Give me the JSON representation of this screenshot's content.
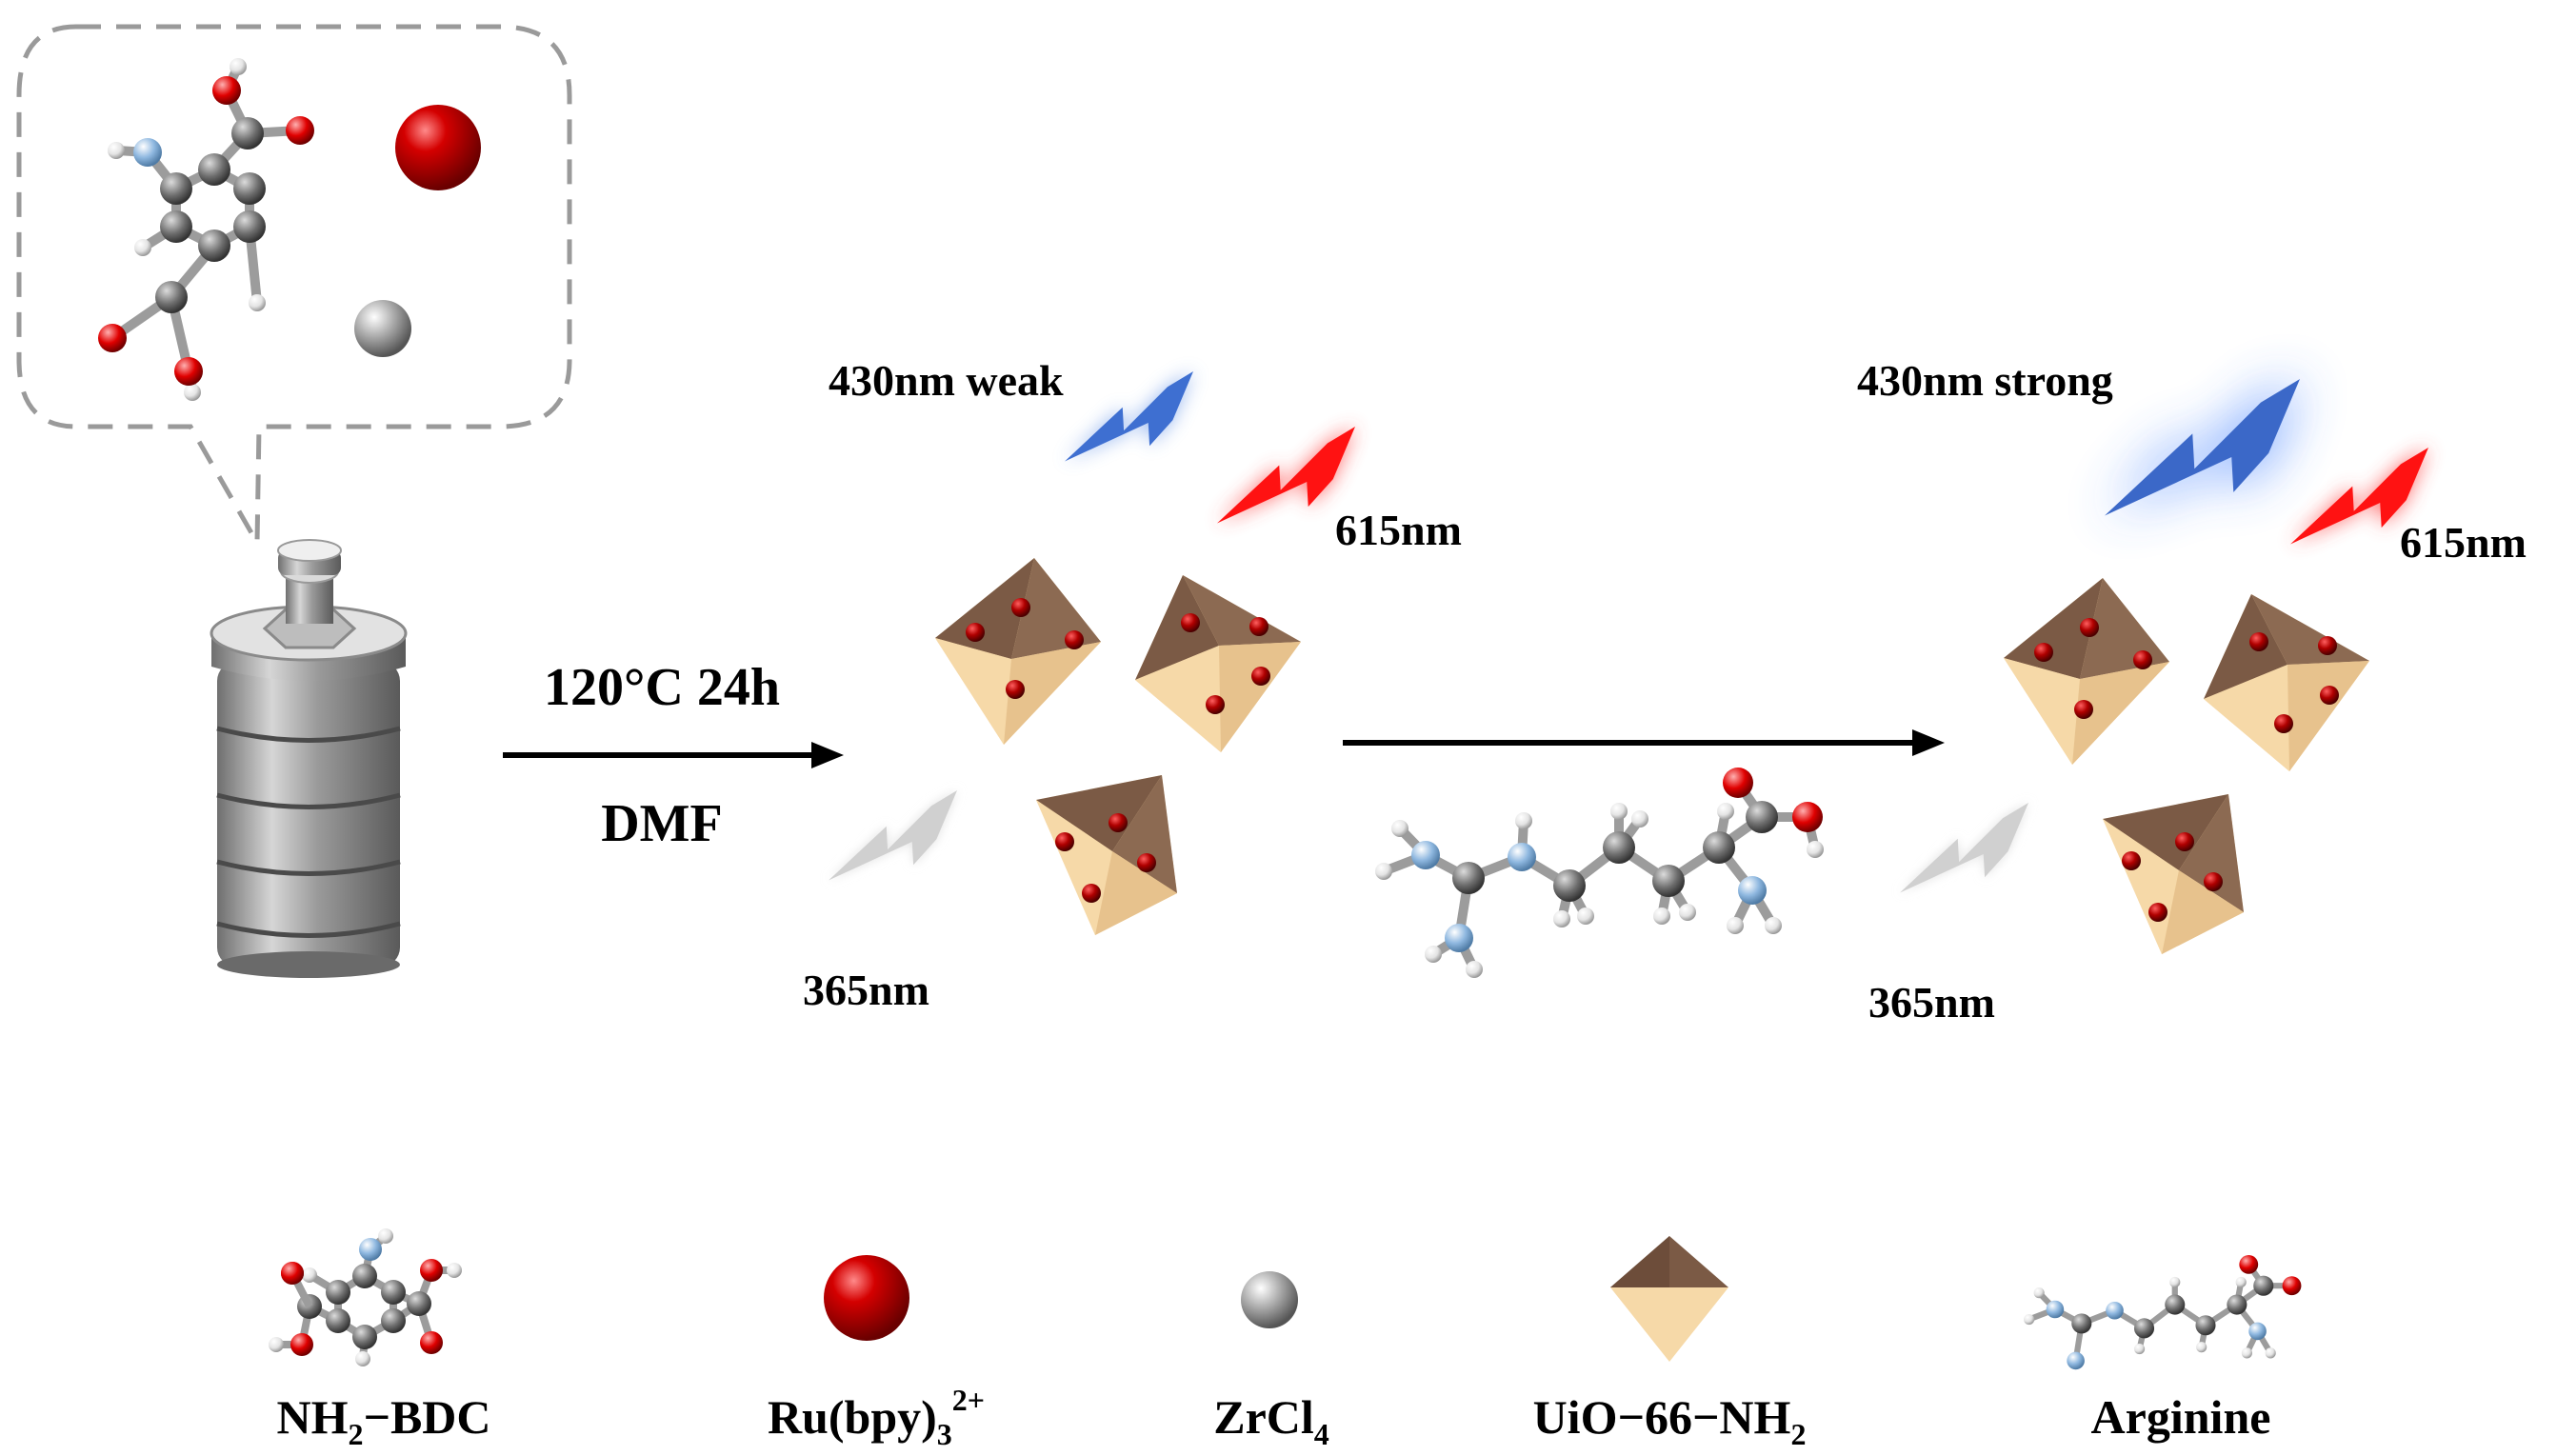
{
  "conditions": {
    "temperature_time": "120°C 24h",
    "solvent": "DMF"
  },
  "emissions": {
    "before": {
      "blue": "430nm weak",
      "red": "615nm",
      "excitation": "365nm"
    },
    "after": {
      "blue": "430nm strong",
      "red": "615nm",
      "excitation": "365nm"
    }
  },
  "legend": {
    "nh2_bdc": {
      "main": "NH",
      "sub": "2",
      "tail": "−BDC"
    },
    "ru_bpy": {
      "main": "Ru(bpy)",
      "sub": "3",
      "sup": "2+"
    },
    "zrcl": {
      "main": "ZrCl",
      "sub": "4"
    },
    "uio": {
      "main": "UiO−66−NH",
      "sub": "2"
    },
    "arginine": {
      "main": "Arginine"
    }
  },
  "colors": {
    "blue_flash": "#3a6ad0",
    "red_flash": "#ff1a1a",
    "gray_flash": "#d2d2d2",
    "octa_dark": "#7b5a45",
    "octa_light": "#f6d9a8",
    "ru_sphere": "#c00000",
    "atom_c": "#777777",
    "atom_o": "#e00000",
    "atom_n": "#8fb8e0",
    "atom_h": "#eeeeee"
  }
}
